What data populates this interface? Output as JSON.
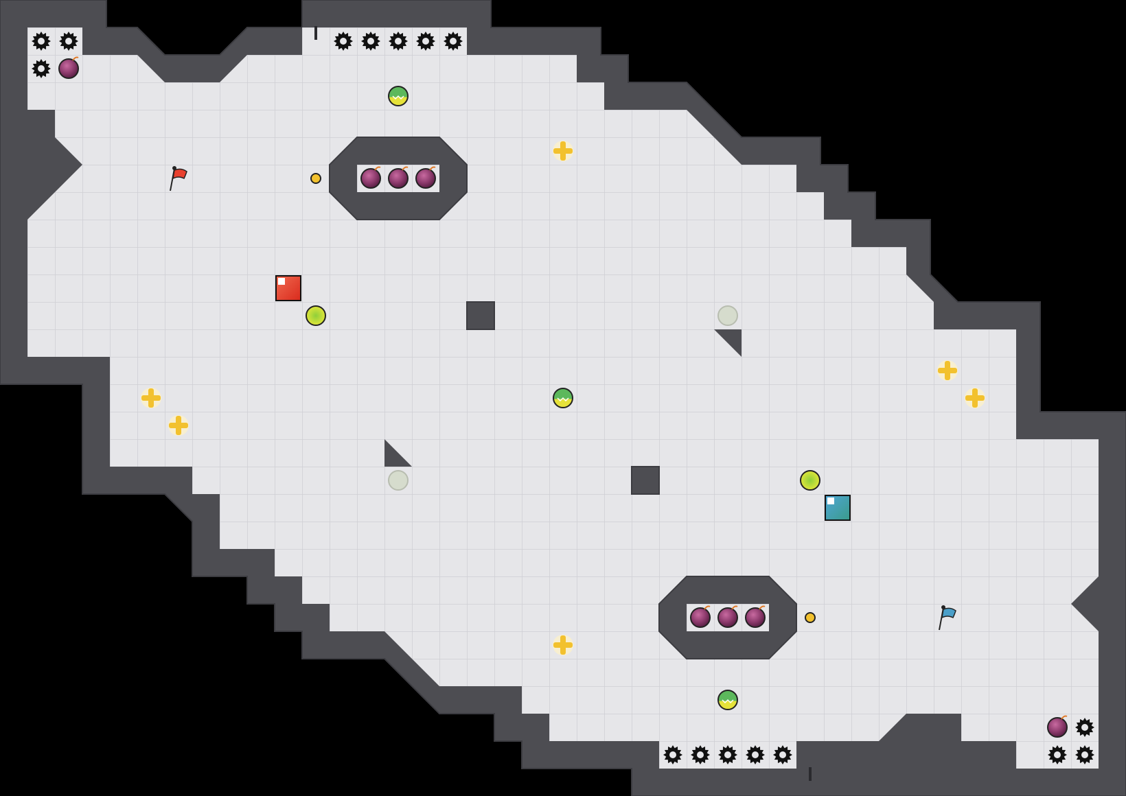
{
  "game": {
    "type": "capture-the-flag arena map",
    "colors": {
      "background": "#000000",
      "floor": "#e6e6e9",
      "grid_line": "#d2d2d7",
      "wall": "#4d4d52",
      "wall_edge": "#3c3c41",
      "red_team": "#e8402e",
      "blue_team": "#4a9fc9",
      "bomb": "#8c3a6c",
      "boost": "#f2c12e",
      "powerup": "#c9e04a"
    }
  },
  "entities": {
    "red_flag": {
      "team": "red",
      "icon": "flag-icon"
    },
    "blue_flag": {
      "team": "blue",
      "icon": "flag-icon"
    },
    "red_endzone_tile": {
      "team": "red",
      "icon": "team-tile"
    },
    "blue_endzone_tile": {
      "team": "blue",
      "icon": "team-tile"
    },
    "bombs": {
      "icon": "bomb-icon",
      "count": 8
    },
    "spikes": {
      "icon": "spike-icon",
      "count": 16
    },
    "boosts": {
      "icon": "boost-icon",
      "count": 6
    },
    "portals": {
      "icon": "portal-icon",
      "count": 3
    },
    "powerups": {
      "icon": "powerup-icon",
      "count": 2
    },
    "inactive_powerups": {
      "icon": "inactive-powerup-icon",
      "count": 2
    },
    "buttons": {
      "icon": "button-icon",
      "count": 2
    },
    "gates": {
      "icon": "gate-icon",
      "count": 2
    }
  }
}
